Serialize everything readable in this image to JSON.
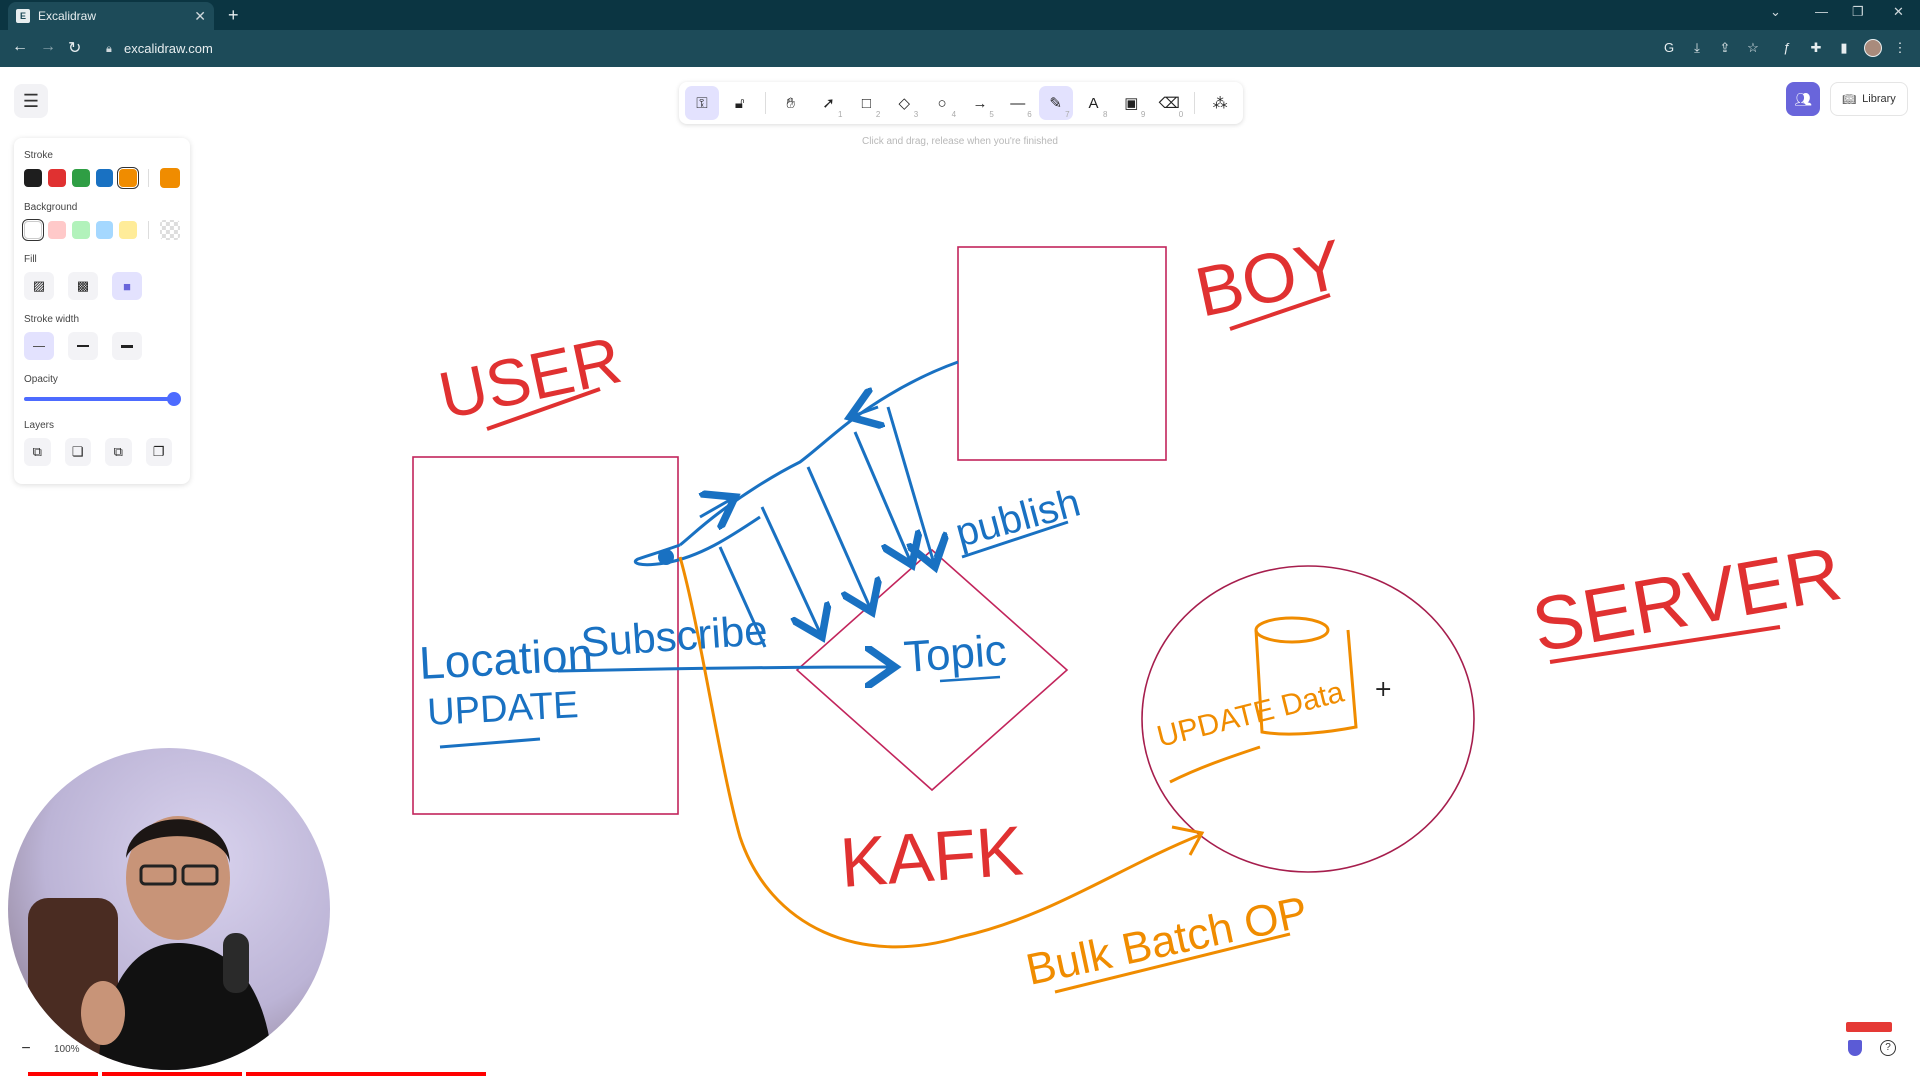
{
  "browser": {
    "tab_title": "Excalidraw",
    "url": "excalidraw.com"
  },
  "toolbar": {
    "hint": "Click and drag, release when you're finished",
    "tools": [
      {
        "icon": "lock-icon",
        "key": ""
      },
      {
        "icon": "hand-icon",
        "key": ""
      },
      {
        "icon": "selection-icon",
        "key": "1"
      },
      {
        "icon": "rectangle-icon",
        "key": "2"
      },
      {
        "icon": "diamond-icon",
        "key": "3"
      },
      {
        "icon": "ellipse-icon",
        "key": "4"
      },
      {
        "icon": "arrow-icon",
        "key": "5"
      },
      {
        "icon": "line-icon",
        "key": "6"
      },
      {
        "icon": "pencil-icon",
        "key": "7"
      },
      {
        "icon": "text-icon",
        "key": "8"
      },
      {
        "icon": "image-icon",
        "key": "9"
      },
      {
        "icon": "eraser-icon",
        "key": "0"
      }
    ]
  },
  "top_right": {
    "library_label": "Library"
  },
  "properties": {
    "stroke_label": "Stroke",
    "stroke_colors": [
      "#1e1e1e",
      "#e03131",
      "#2f9e44",
      "#1971c2",
      "#f08c00"
    ],
    "stroke_current": "#f08c00",
    "background_label": "Background",
    "background_colors": [
      "#ffffff",
      "#ffc9c9",
      "#b2f2bb",
      "#a5d8ff",
      "#ffec99"
    ],
    "fill_label": "Fill",
    "stroke_width_label": "Stroke width",
    "opacity_label": "Opacity",
    "opacity_value": 1.0,
    "layers_label": "Layers"
  },
  "canvas": {
    "labels": {
      "user": "USER",
      "boy": "BOY",
      "publish": "publish",
      "subscribe": "Subscribe",
      "location": "Location",
      "update": "UPDATE",
      "topic": "Topic",
      "kafk": "KAFK",
      "server": "SERVER",
      "update_data": "UPDATE Data",
      "bulk_batch": "Bulk Batch OP"
    },
    "colors": {
      "red": "#e03131",
      "shape_red": "#c2255c",
      "blue": "#1971c2",
      "orange": "#f08c00"
    }
  },
  "footer": {
    "zoom_level": "100%"
  }
}
